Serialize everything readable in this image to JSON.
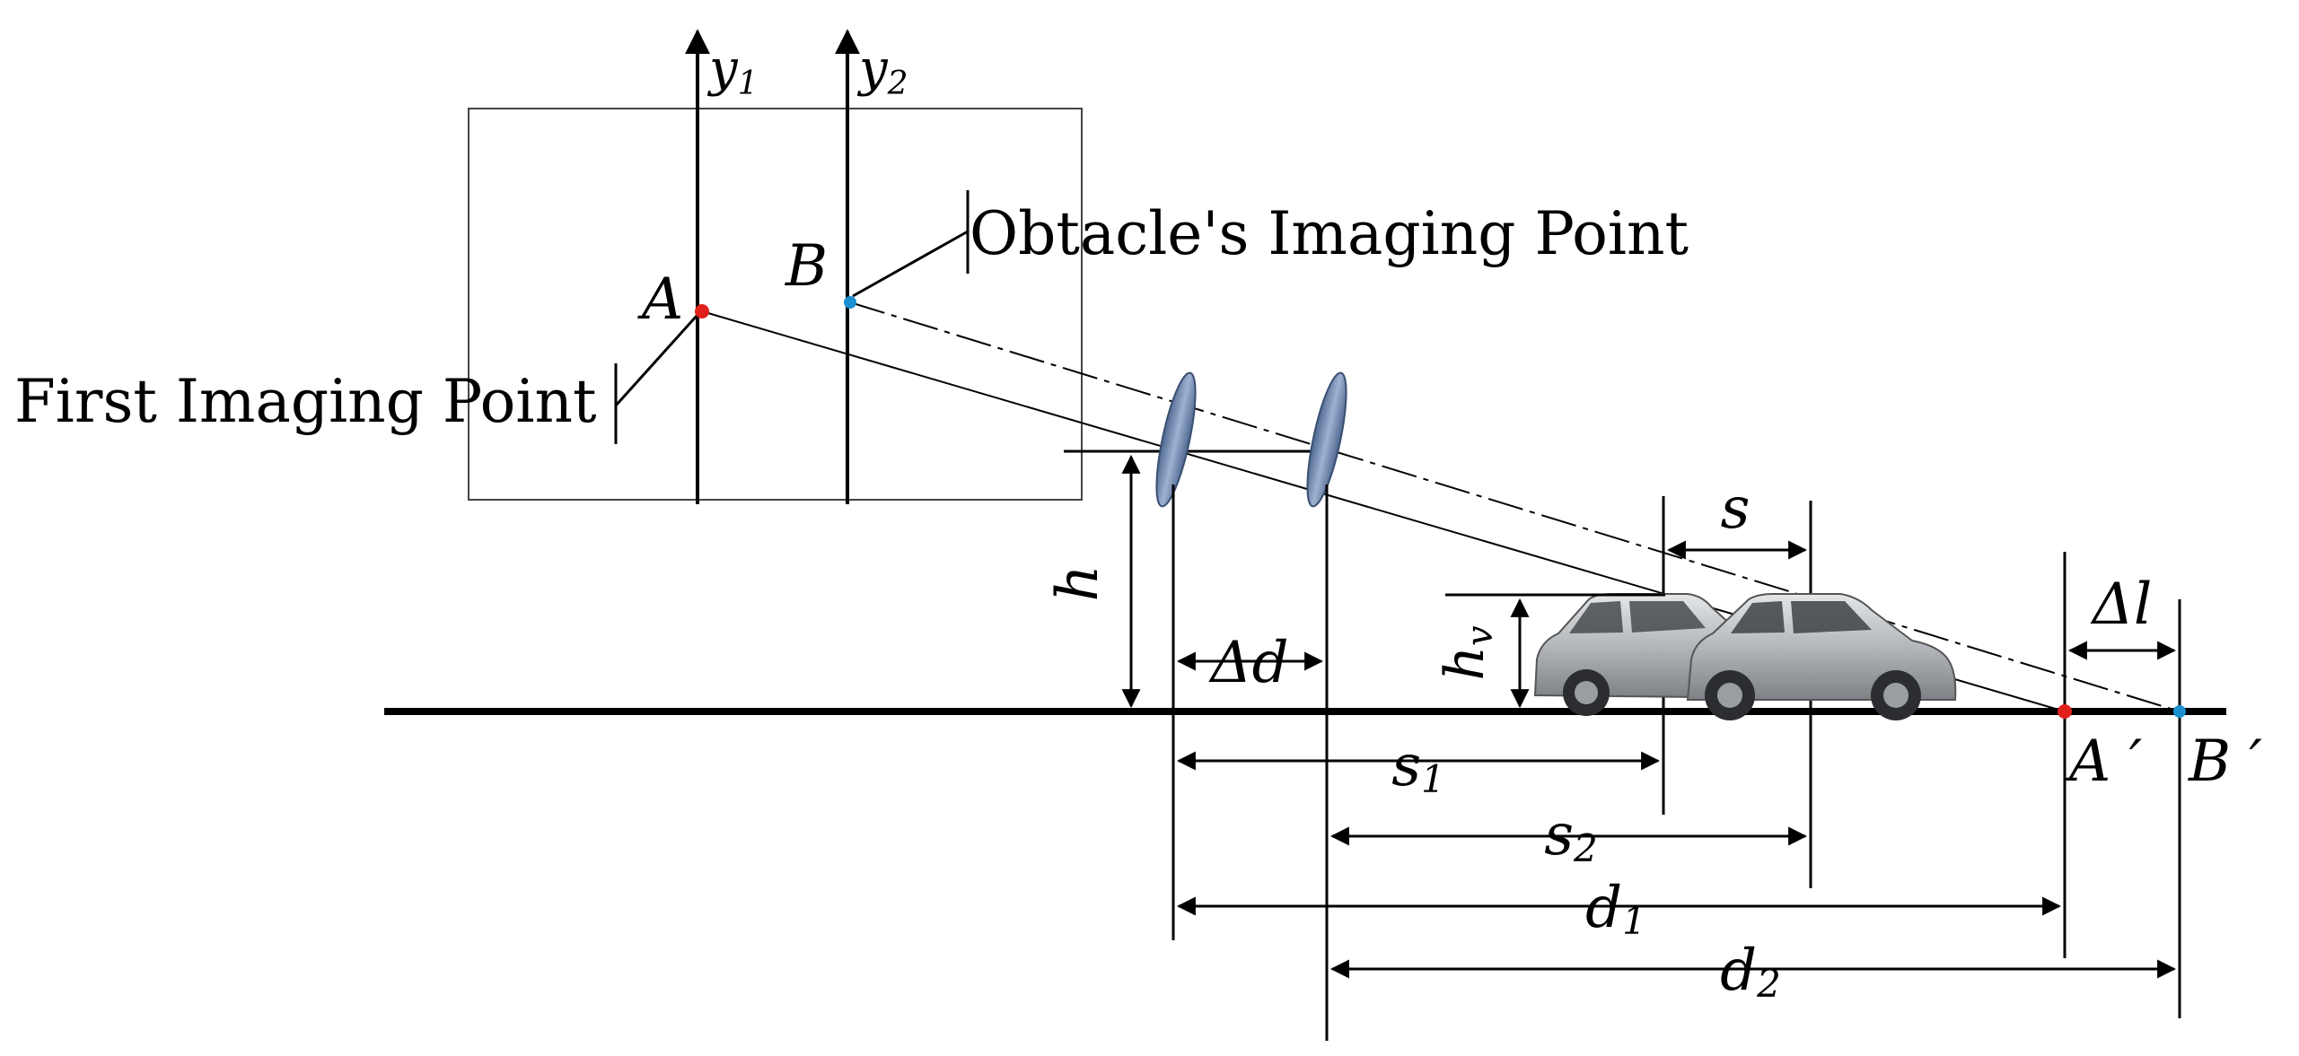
{
  "labels": {
    "y1_base": "y",
    "y1_sub": "1",
    "y2_base": "y",
    "y2_sub": "2",
    "point_a": "A",
    "point_b": "B",
    "obstacle_caption": "Obtacle's Imaging Point",
    "first_caption": "First Imaging Point",
    "h": "h",
    "hv_base": "h",
    "hv_sub": "v",
    "delta_d": "Δd",
    "s": "s",
    "delta_l": "Δl",
    "s1_base": "s",
    "s1_sub": "1",
    "s2_base": "s",
    "s2_sub": "2",
    "d1_base": "d",
    "d1_sub": "1",
    "d2_base": "d",
    "d2_sub": "2",
    "a_prime": "A ′",
    "b_prime": "B ′"
  },
  "colors": {
    "ink": "#000000",
    "point_a": "#e0201b",
    "point_b": "#1b8fd0",
    "lens": "#6e86ad",
    "car_body": "#b9bcc0"
  }
}
